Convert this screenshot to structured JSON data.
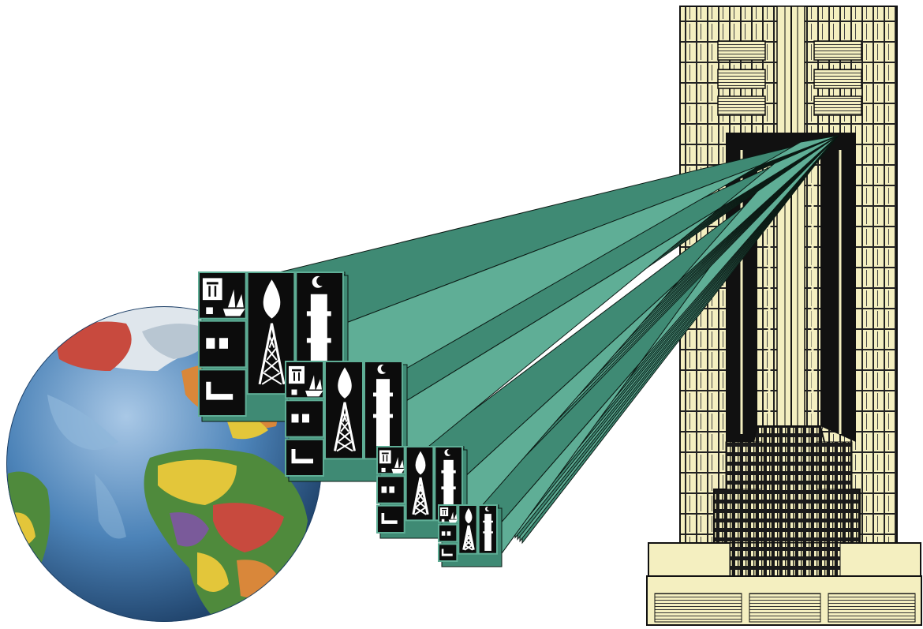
{
  "scene": {
    "description_elements": [
      "globe",
      "tower",
      "beams",
      "icon-blocks"
    ],
    "colors": {
      "background": "#ffffff",
      "beam_fill": "#5fae96",
      "beam_shade": "#3f8a74",
      "beam_edge": "#0b1a14",
      "tower_cream": "#f4efc0",
      "tower_ink": "#111111",
      "ocean": "#4c83b8",
      "ocean_light": "#8fb7da",
      "land_green": "#4f8a3c",
      "land_yellow": "#e3c63a",
      "land_red": "#c84a3e",
      "land_purple": "#7a5a9a",
      "land_orange": "#d9873a",
      "arctic": "#dfe6ec",
      "icon_black": "#0c0c0c",
      "icon_white": "#ffffff"
    },
    "icons": [
      "torii-gate-icon",
      "ship-icon",
      "onion-dome-icon",
      "oil-derrick-icon",
      "minaret-icon",
      "crescent-icon"
    ]
  }
}
